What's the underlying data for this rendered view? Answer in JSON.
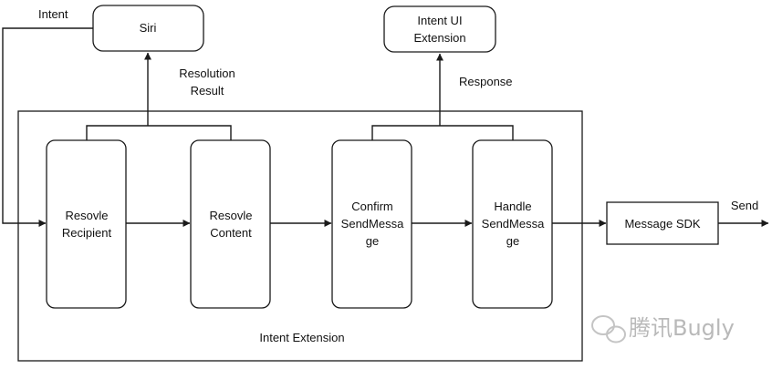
{
  "diagram": {
    "container_label": "Intent Extension",
    "nodes": {
      "siri": "Siri",
      "intent_ui_extension": [
        "Intent UI",
        "Extension"
      ],
      "resolve_recipient": [
        "Resovle",
        "Recipient"
      ],
      "resolve_content": [
        "Resovle",
        "Content"
      ],
      "confirm_sendmessage": [
        "Confirm",
        "SendMessa",
        "ge"
      ],
      "handle_sendmessage": [
        "Handle",
        "SendMessa",
        "ge"
      ],
      "message_sdk": "Message SDK"
    },
    "edges": {
      "intent": "Intent",
      "resolution_result": [
        "Resolution",
        "Result"
      ],
      "response": "Response",
      "send": "Send"
    }
  },
  "watermark": {
    "text": "腾讯Bugly",
    "icon": "wechat-icon"
  }
}
